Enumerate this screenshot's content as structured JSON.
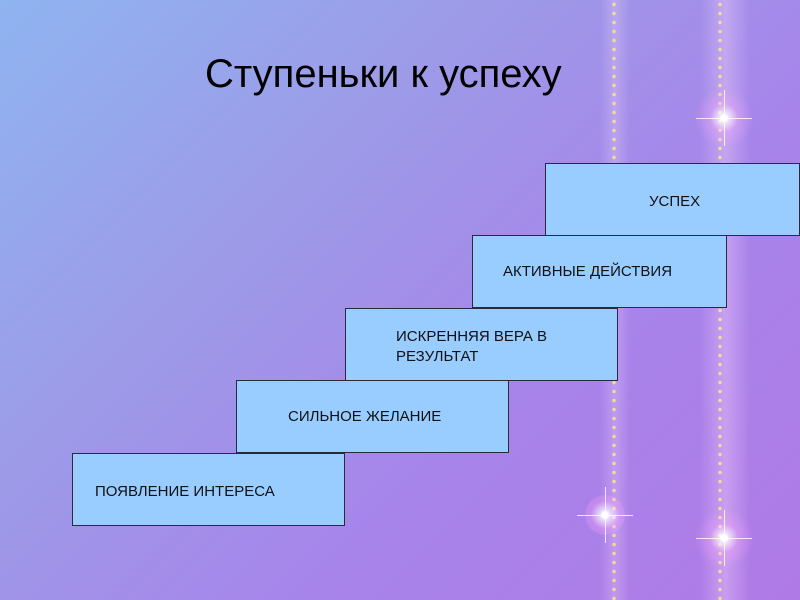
{
  "title": "Ступеньки к успеху",
  "steps": [
    {
      "label": "ПОЯВЛЕНИЕ ИНТЕРЕСА"
    },
    {
      "label": "СИЛЬНОЕ ЖЕЛАНИЕ"
    },
    {
      "label": "ИСКРЕННЯЯ ВЕРА В РЕЗУЛЬТАТ"
    },
    {
      "label": "АКТИВНЫЕ ДЕЙСТВИЯ"
    },
    {
      "label": "УСПЕХ"
    }
  ],
  "colors": {
    "step_fill": "#99ccff",
    "step_border": "#2a2a3a",
    "background_start": "#8fb4f0",
    "background_end": "#b07ae6"
  }
}
